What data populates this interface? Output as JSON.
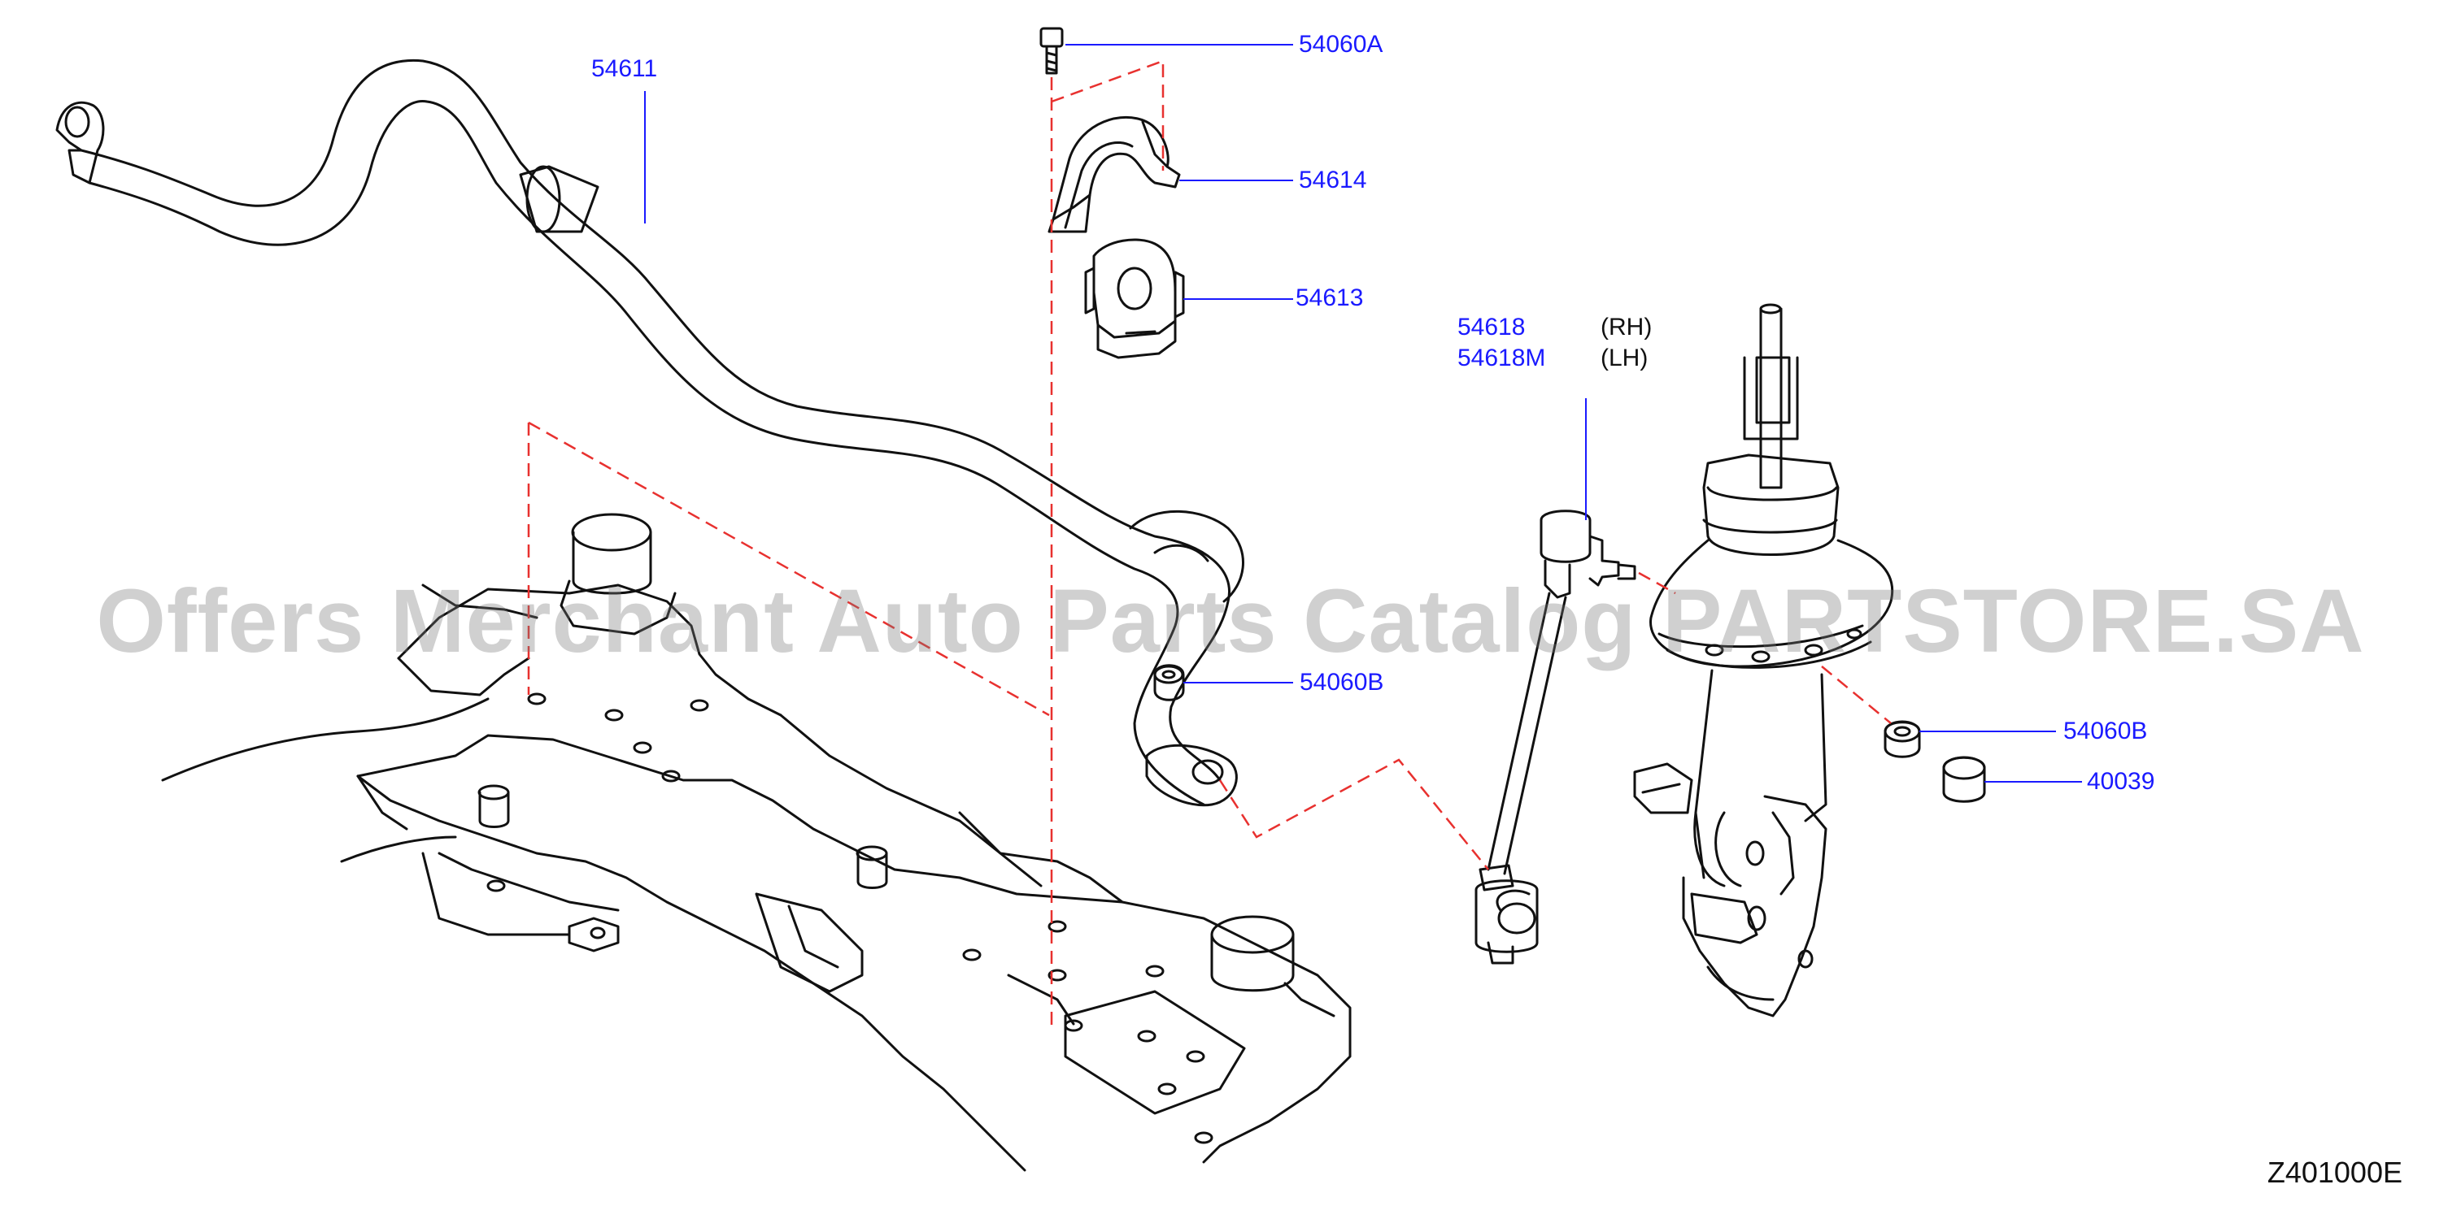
{
  "diagram": {
    "callouts": {
      "p54611": "54611",
      "p54060A": "54060A",
      "p54614": "54614",
      "p54613": "54613",
      "p54618": "54618",
      "p54618M": "54618M",
      "rh": "(RH)",
      "lh": "(LH)",
      "p54060B_left": "54060B",
      "p54060B_right": "54060B",
      "p40039": "40039"
    },
    "watermark": "Offers Merchant Auto Parts Catalog PARTSTORE.SA",
    "drawing_code": "Z401000E",
    "colors": {
      "line": "#111111",
      "leader": "#1a1aff",
      "dashed": "#e8312f",
      "text_blue": "#1a1aff",
      "watermark": "#9a9a9a"
    }
  }
}
